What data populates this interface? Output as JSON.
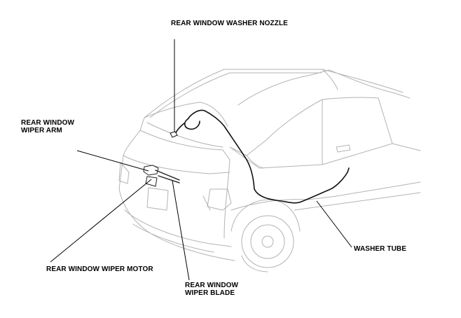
{
  "labels": {
    "washer_nozzle": "REAR WINDOW WASHER NOZZLE",
    "wiper_arm": [
      "REAR WINDOW",
      "WIPER ARM"
    ],
    "wiper_motor": "REAR WINDOW WIPER MOTOR",
    "wiper_blade": [
      "REAR WINDOW",
      "WIPER BLADE"
    ],
    "washer_tube": "WASHER TUBE"
  },
  "colors": {
    "outline": "#b3b3b3",
    "leader": "#000000",
    "tube": "#111111"
  }
}
